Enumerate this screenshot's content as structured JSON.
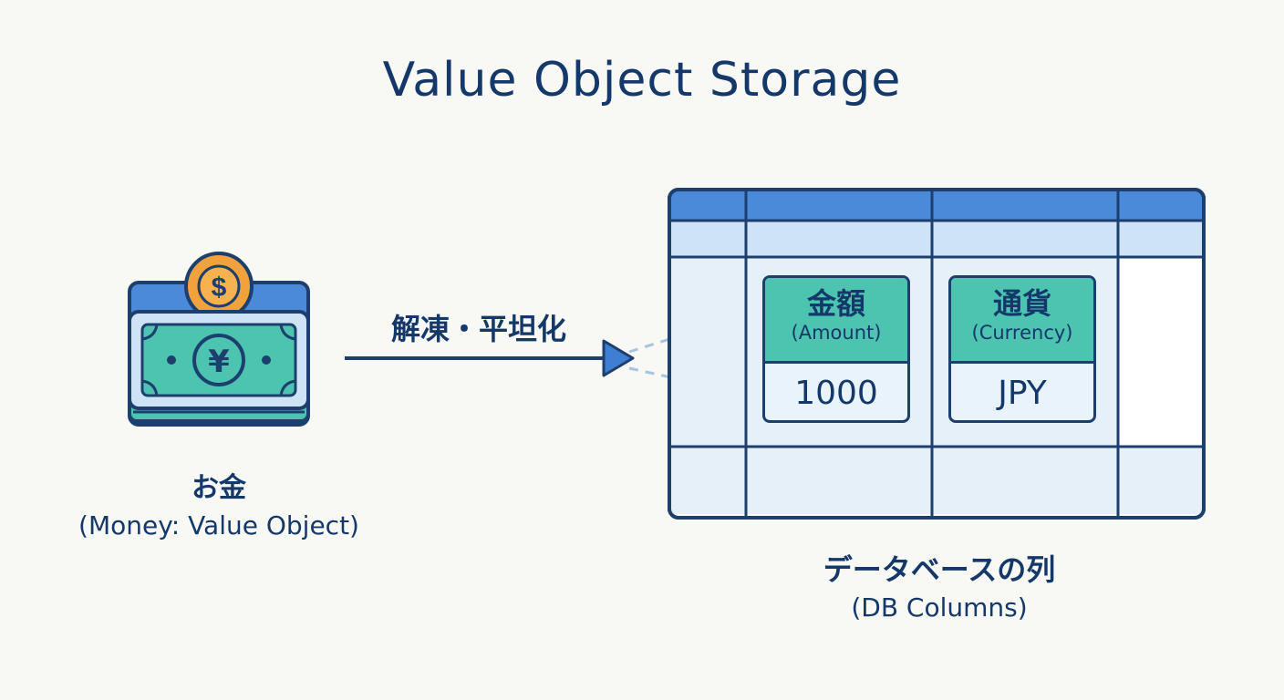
{
  "title": "Value Object Storage",
  "money": {
    "label_jp": "お金",
    "label_en": "(Money: Value Object)",
    "coin_symbol": "$",
    "bill_symbol": "¥"
  },
  "transform": {
    "label": "解凍・平坦化"
  },
  "columns": [
    {
      "name_jp": "金額",
      "name_en": "(Amount)",
      "value": "1000"
    },
    {
      "name_jp": "通貨",
      "name_en": "(Currency)",
      "value": "JPY"
    }
  ],
  "db": {
    "label_jp": "データベースの列",
    "label_en": "(DB Columns)"
  },
  "colors": {
    "navy": "#15386a",
    "blue": "#4a8ad8",
    "light_blue": "#cfe3f6",
    "teal": "#4cc4b0",
    "coin_orange": "#f2a23c"
  }
}
